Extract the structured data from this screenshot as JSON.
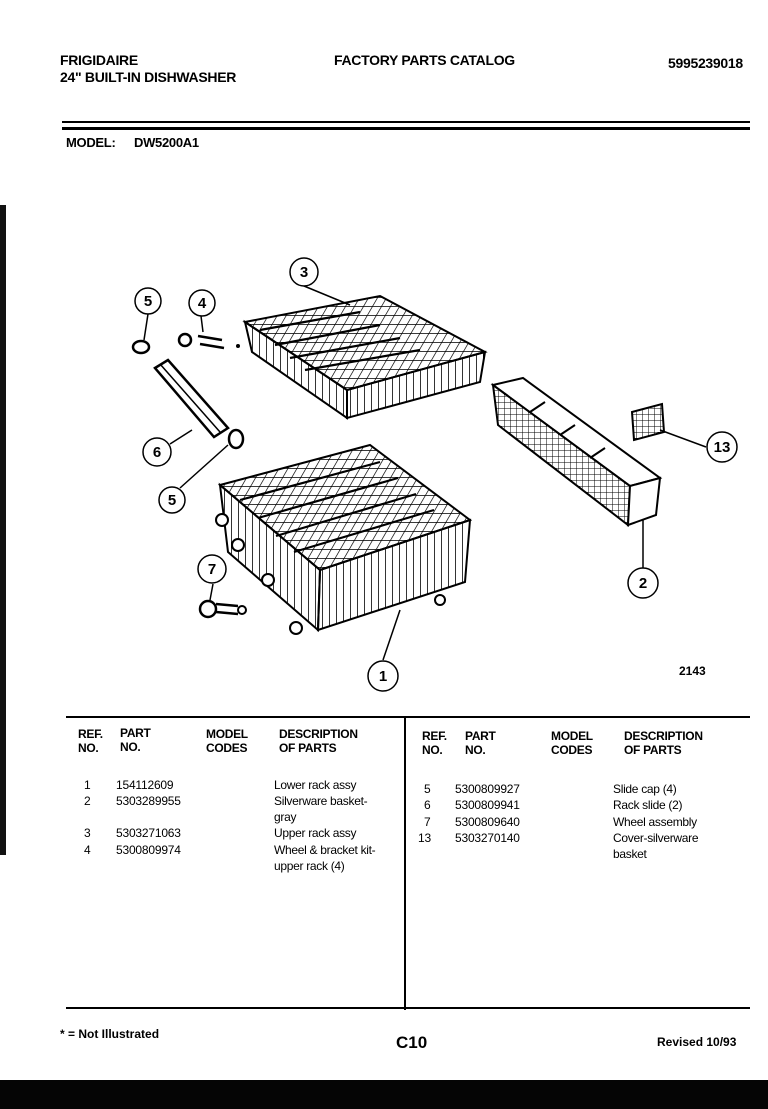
{
  "header": {
    "brand": "FRIGIDAIRE",
    "product": "24\" BUILT-IN DISHWASHER",
    "catalog_title": "FACTORY PARTS CATALOG",
    "catalog_number": "5995239018"
  },
  "model": {
    "label": "MODEL:",
    "value": "DW5200A1"
  },
  "diagram": {
    "figure_number": "2143",
    "callouts": [
      "1",
      "2",
      "3",
      "4",
      "5",
      "5",
      "6",
      "7",
      "13"
    ]
  },
  "table": {
    "headers": {
      "ref": [
        "REF.",
        "NO."
      ],
      "part": [
        "PART",
        "NO."
      ],
      "model": [
        "MODEL",
        "CODES"
      ],
      "desc": [
        "DESCRIPTION",
        "OF PARTS"
      ]
    },
    "left_rows": [
      {
        "ref": "1",
        "part": "154112609",
        "desc": [
          "Lower rack assy"
        ]
      },
      {
        "ref": "2",
        "part": "5303289955",
        "desc": [
          "Silverware basket-",
          "gray"
        ]
      },
      {
        "ref": "3",
        "part": "5303271063",
        "desc": [
          "Upper rack assy"
        ]
      },
      {
        "ref": "4",
        "part": "5300809974",
        "desc": [
          "Wheel & bracket kit-",
          "upper rack (4)"
        ]
      }
    ],
    "right_rows": [
      {
        "ref": "5",
        "part": "5300809927",
        "desc": [
          "Slide cap (4)"
        ]
      },
      {
        "ref": "6",
        "part": "5300809941",
        "desc": [
          "Rack slide (2)"
        ]
      },
      {
        "ref": "7",
        "part": "5300809640",
        "desc": [
          "Wheel assembly"
        ]
      },
      {
        "ref": "13",
        "part": "5303270140",
        "desc": [
          "Cover-silverware",
          "basket"
        ]
      }
    ]
  },
  "footer": {
    "note": "* = Not Illustrated",
    "page": "C10",
    "revised": "Revised 10/93"
  }
}
